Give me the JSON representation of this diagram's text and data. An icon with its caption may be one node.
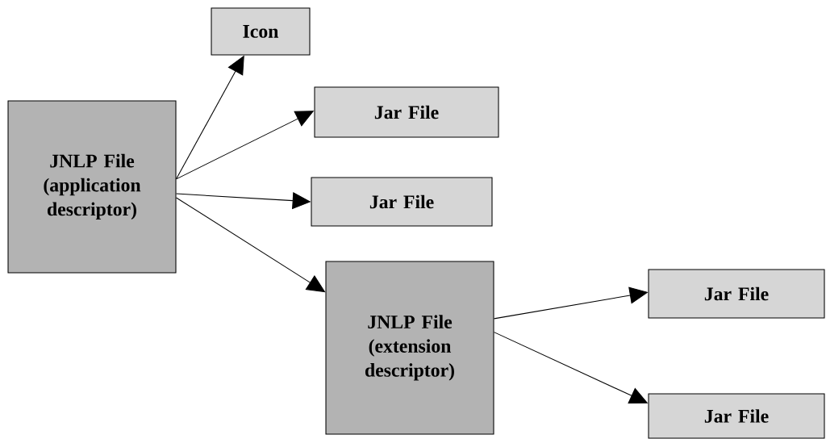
{
  "diagram": {
    "nodes": [
      {
        "text": [
          "JNLP File (application descriptor)"
        ]
      },
      {
        "text": [
          "Icon"
        ]
      },
      {
        "text": [
          "Jar File"
        ]
      },
      {
        "text": [
          "Jar File"
        ]
      },
      {
        "text": [
          "JNLP File (extension descriptor)"
        ]
      },
      {
        "text": [
          "Jar File"
        ]
      },
      {
        "text": [
          "Jar File"
        ]
      }
    ],
    "edges": [
      {
        "from": 0,
        "to": 1,
        "arrow": "to"
      },
      {
        "from": 0,
        "to": 2,
        "arrow": "to"
      },
      {
        "from": 0,
        "to": 3,
        "arrow": "to"
      },
      {
        "from": 0,
        "to": 4,
        "arrow": "to"
      },
      {
        "from": 4,
        "to": 5,
        "arrow": "to"
      },
      {
        "from": 4,
        "to": 6,
        "arrow": "to"
      }
    ]
  }
}
